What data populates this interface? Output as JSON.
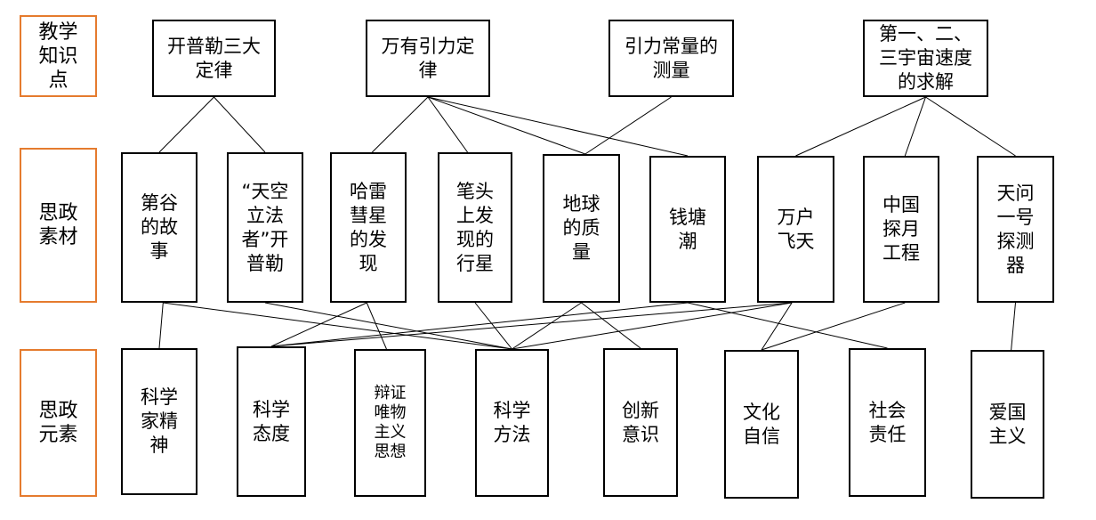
{
  "row_labels": {
    "knowledge": "教学\n知识\n点",
    "materials": "思政\n素材",
    "elements": "思政\n元素"
  },
  "knowledge_points": [
    {
      "id": "k1",
      "text": "开普勒三大\n定律"
    },
    {
      "id": "k2",
      "text": "万有引力定\n律"
    },
    {
      "id": "k3",
      "text": "引力常量的\n测量"
    },
    {
      "id": "k4",
      "text": "第一、二、\n三宇宙速度\n的求解"
    }
  ],
  "materials": [
    {
      "id": "m1",
      "text": "第谷\n的故\n事"
    },
    {
      "id": "m2",
      "text": "“天空\n立法\n者”开\n普勒"
    },
    {
      "id": "m3",
      "text": "哈雷\n彗星\n的发\n现"
    },
    {
      "id": "m4",
      "text": "笔头\n上发\n现的\n行星"
    },
    {
      "id": "m5",
      "text": "地球\n的质\n量"
    },
    {
      "id": "m6",
      "text": "钱塘\n潮"
    },
    {
      "id": "m7",
      "text": "万户\n飞天"
    },
    {
      "id": "m8",
      "text": "中国\n探月\n工程"
    },
    {
      "id": "m9",
      "text": "天问\n一号\n探测\n器"
    }
  ],
  "elements": [
    {
      "id": "e1",
      "text": "科学\n家精\n神"
    },
    {
      "id": "e2",
      "text": "科学\n态度"
    },
    {
      "id": "e3",
      "text": "辩证\n唯物\n主义\n思想"
    },
    {
      "id": "e4",
      "text": "科学\n方法"
    },
    {
      "id": "e5",
      "text": "创新\n意识"
    },
    {
      "id": "e6",
      "text": "文化\n自信"
    },
    {
      "id": "e7",
      "text": "社会\n责任"
    },
    {
      "id": "e8",
      "text": "爱国\n主义"
    }
  ],
  "knowledge_to_material": [
    [
      "k1",
      "m1"
    ],
    [
      "k1",
      "m2"
    ],
    [
      "k2",
      "m3"
    ],
    [
      "k2",
      "m4"
    ],
    [
      "k2",
      "m5"
    ],
    [
      "k2",
      "m6"
    ],
    [
      "k3",
      "m5"
    ],
    [
      "k4",
      "m7"
    ],
    [
      "k4",
      "m8"
    ],
    [
      "k4",
      "m9"
    ]
  ],
  "material_to_element": [
    [
      "m1",
      "e1"
    ],
    [
      "m1",
      "e4"
    ],
    [
      "m2",
      "e4"
    ],
    [
      "m3",
      "e2"
    ],
    [
      "m3",
      "e3"
    ],
    [
      "m4",
      "e4"
    ],
    [
      "m5",
      "e4"
    ],
    [
      "m5",
      "e5"
    ],
    [
      "m6",
      "e2"
    ],
    [
      "m6",
      "e7"
    ],
    [
      "m7",
      "e2"
    ],
    [
      "m7",
      "e4"
    ],
    [
      "m7",
      "e6"
    ],
    [
      "m8",
      "e6"
    ],
    [
      "m9",
      "e8"
    ]
  ],
  "colors": {
    "label_border": "#E57B2E",
    "box_border": "#000000",
    "edge": "#000000"
  }
}
